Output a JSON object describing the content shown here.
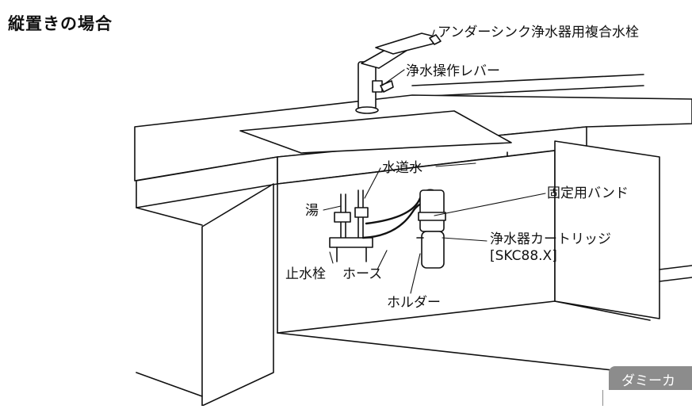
{
  "heading": "縦置きの場合",
  "labels": {
    "faucet": "アンダーシンク浄水器用複合水栓",
    "lever": "浄水操作レバー",
    "tap_water": "水道水",
    "hot_water": "湯",
    "band": "固定用バンド",
    "cartridge_line1": "浄水器カートリッジ",
    "cartridge_line2": "[SKC88.X]",
    "stop_valve": "止水栓",
    "hose": "ホース",
    "holder": "ホルダー"
  },
  "tab": {
    "label": "ダミーカ"
  },
  "colors": {
    "line": "#111111",
    "tab_bg": "#8c8c8c",
    "tab_text": "#ffffff"
  }
}
